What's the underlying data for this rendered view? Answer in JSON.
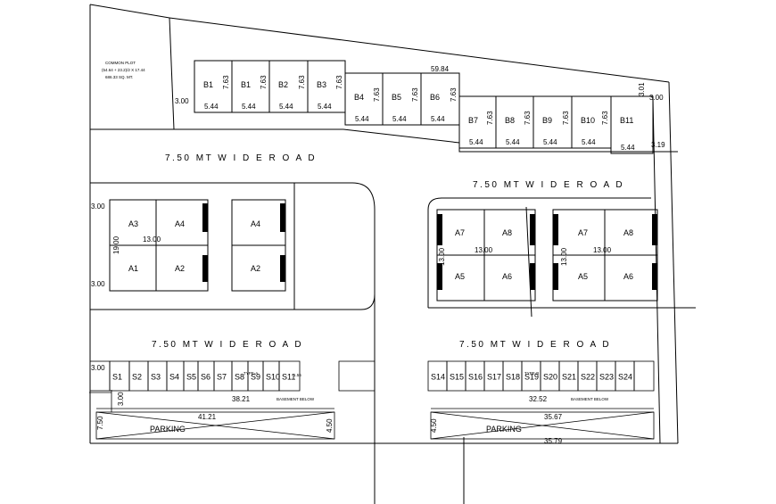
{
  "common_plot": {
    "line1": "COMMON PLOT",
    "line2": "(54.64 + 23.2)/2 X 17.44",
    "line3": "686.33 SQ. MT."
  },
  "roads": {
    "top": "7.50 MT W I D E  R O A D",
    "middle_right": "7.50 MT W I D E  R O A D",
    "lower_left": "7.50 MT W I D E  R O A D",
    "lower_right": "7.50 MT W I D E  R O A D"
  },
  "top_plots": [
    "B1",
    "B1",
    "B2",
    "B3",
    "B4",
    "B5",
    "B6",
    "B7",
    "B8",
    "B9",
    "B10",
    "B11"
  ],
  "top_plot_depth": "7.63",
  "top_plot_width": "5.44",
  "top_dims": {
    "overall": "59.84",
    "left_offset": "3.00",
    "right_offset_a": "3.01",
    "right_offset_b": "3.00",
    "right_offset_c": "3.19"
  },
  "block_left": {
    "units": [
      "A3",
      "A4",
      "A1",
      "A2"
    ],
    "width": "13.00",
    "depth": "19.00",
    "offset_top": "3.00",
    "offset_bottom": "3.00"
  },
  "block_mid": {
    "units": [
      "A4",
      "A2"
    ]
  },
  "block_right1": {
    "units": [
      "A7",
      "A8",
      "A5",
      "A6"
    ],
    "width": "13.00",
    "depth": "13.00"
  },
  "block_right2": {
    "units": [
      "A7",
      "A8",
      "A5",
      "A6"
    ],
    "width": "13.00",
    "depth": "13.00"
  },
  "shops_left": {
    "units": [
      "S1",
      "S2",
      "S3",
      "S4",
      "S5",
      "S6",
      "S7",
      "S8",
      "S9",
      "S10",
      "S11"
    ],
    "dim": "38.21",
    "offset": "3.00",
    "basement_note": "BASEMENT BELOW",
    "type_note": "TYPE-A",
    "mini": "1.56"
  },
  "shops_right": {
    "units": [
      "S14",
      "S15",
      "S16",
      "S17",
      "S18",
      "S19",
      "S20",
      "S21",
      "S22",
      "S23",
      "S24"
    ],
    "dim": "32.52",
    "basement_note": "BASEMENT BELOW",
    "type_note": "TYPE-B"
  },
  "parking_left": {
    "label": "PARKING",
    "dim": "41.21",
    "left": "7.50",
    "right": "4.50",
    "offset": "3.00"
  },
  "parking_right": {
    "label": "PARKING",
    "dim_top": "35.67",
    "dim_bottom": "35.79",
    "left": "4.50"
  }
}
